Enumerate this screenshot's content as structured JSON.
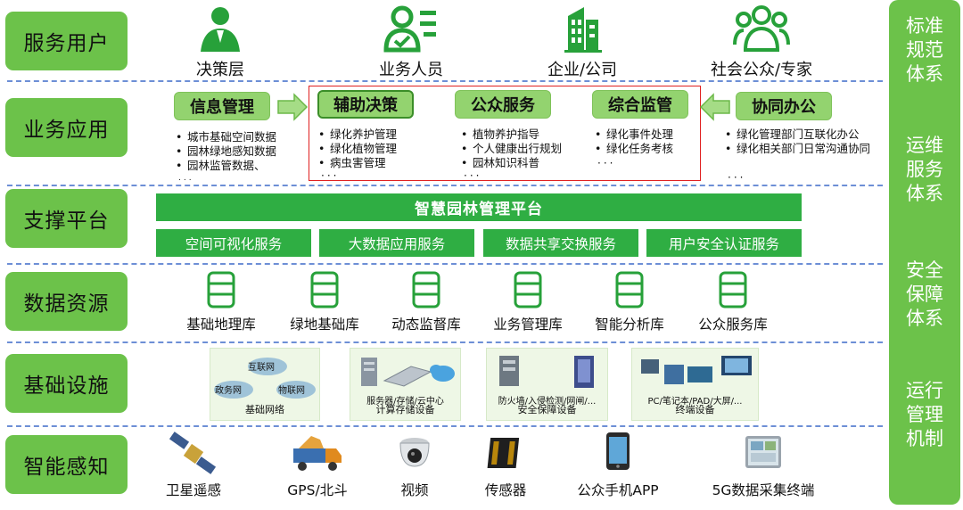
{
  "layers": [
    "服务用户",
    "业务应用",
    "支撑平台",
    "数据资源",
    "基础设施",
    "智能感知"
  ],
  "users": [
    {
      "label": "决策层",
      "icon": "person-icon"
    },
    {
      "label": "业务人员",
      "icon": "staff-icon"
    },
    {
      "label": "企业/公司",
      "icon": "building-icon"
    },
    {
      "label": "社会公众/专家",
      "icon": "group-icon"
    }
  ],
  "apps": {
    "info_mgmt": {
      "title": "信息管理",
      "items": [
        "城市基础空间数据",
        "园林绿地感知数据",
        "园林监管数据、"
      ],
      "more": "..."
    },
    "assist": {
      "title": "辅助决策",
      "items": [
        "绿化养护管理",
        "绿化植物管理",
        "病虫害管理"
      ],
      "more": "···"
    },
    "public": {
      "title": "公众服务",
      "items": [
        "植物养护指导",
        "个人健康出行规划",
        "园林知识科普"
      ],
      "more": "···"
    },
    "monitor": {
      "title": "综合监管",
      "items": [
        "绿化事件处理",
        "绿化任务考核"
      ],
      "more": "···"
    },
    "collab": {
      "title": "协同办公",
      "items": [
        "绿化管理部门互联化办公",
        "绿化相关部门日常沟通协同"
      ],
      "more": "···"
    }
  },
  "platform": {
    "title": "智慧园林管理平台",
    "services": [
      "空间可视化服务",
      "大数据应用服务",
      "数据共享交换服务",
      "用户安全认证服务"
    ]
  },
  "databases": [
    "基础地理库",
    "绿地基础库",
    "动态监督库",
    "业务管理库",
    "智能分析库",
    "公众服务库"
  ],
  "infrastructure": [
    {
      "caption": "基础网络",
      "sub": "",
      "nets": [
        "互联网",
        "政务网",
        "物联网"
      ]
    },
    {
      "caption": "计算存储设备",
      "sub": "服务器/存储/云中心"
    },
    {
      "caption": "安全保障设备",
      "sub": "防火墙/入侵检测/网闸/..."
    },
    {
      "caption": "终端设备",
      "sub": "PC/笔记本/PAD/大屏/..."
    }
  ],
  "sensing": [
    "卫星遥感",
    "GPS/北斗",
    "视频",
    "传感器",
    "公众手机APP",
    "5G数据采集终端"
  ],
  "side_systems": [
    "标准\n规范\n体系",
    "运维\n服务\n体系",
    "安全\n保障\n体系",
    "运行\n管理\n机制"
  ],
  "colors": {
    "green_label": "#6cc24a",
    "platform_green": "#2fae43",
    "icon_green": "#27a13a",
    "highlight_red": "#e02020"
  }
}
